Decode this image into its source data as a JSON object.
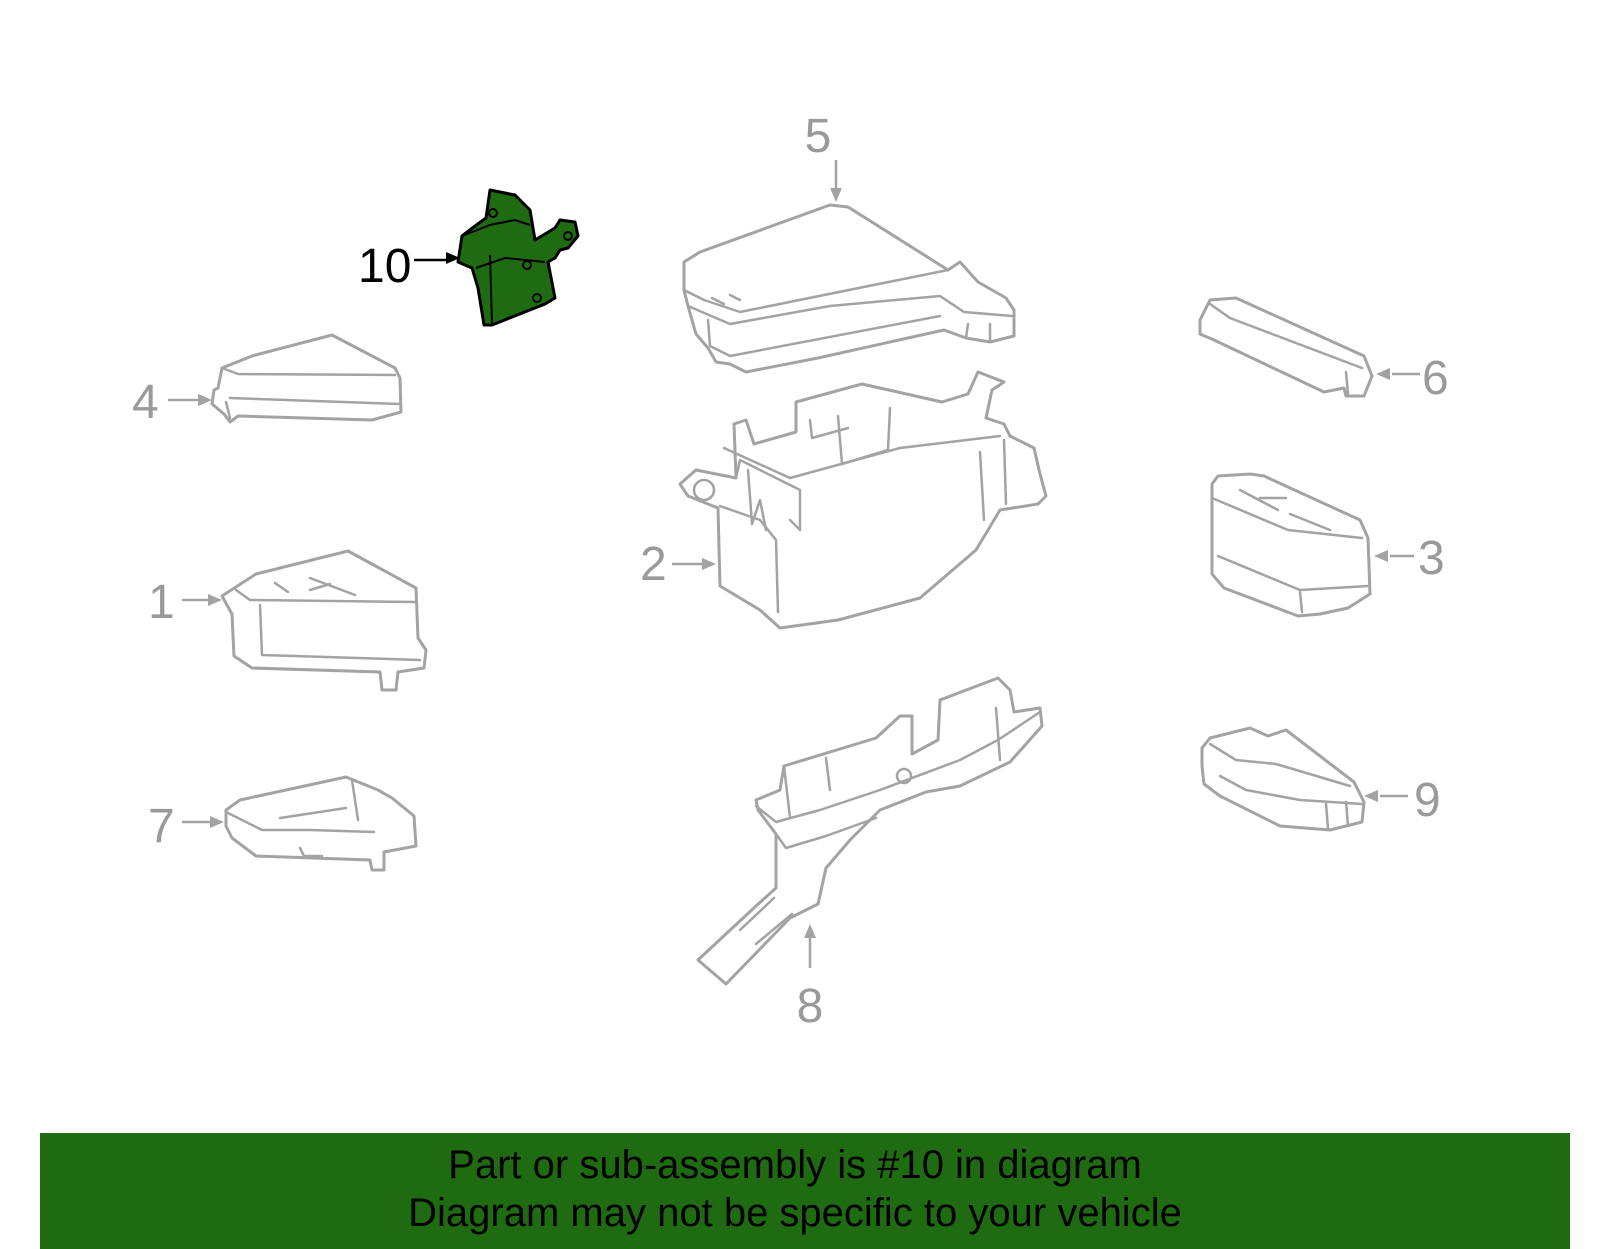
{
  "diagram": {
    "callouts": [
      "1",
      "2",
      "3",
      "4",
      "5",
      "6",
      "7",
      "8",
      "9",
      "10"
    ],
    "highlighted_callout": "10",
    "colors": {
      "highlight_fill": "#1f6b12",
      "outline_gray": "#a3a3a3",
      "banner_bg": "#1f6b12"
    }
  },
  "banner": {
    "line1": "Part or sub-assembly is #10 in diagram",
    "line2": "Diagram may not be specific to your vehicle"
  }
}
